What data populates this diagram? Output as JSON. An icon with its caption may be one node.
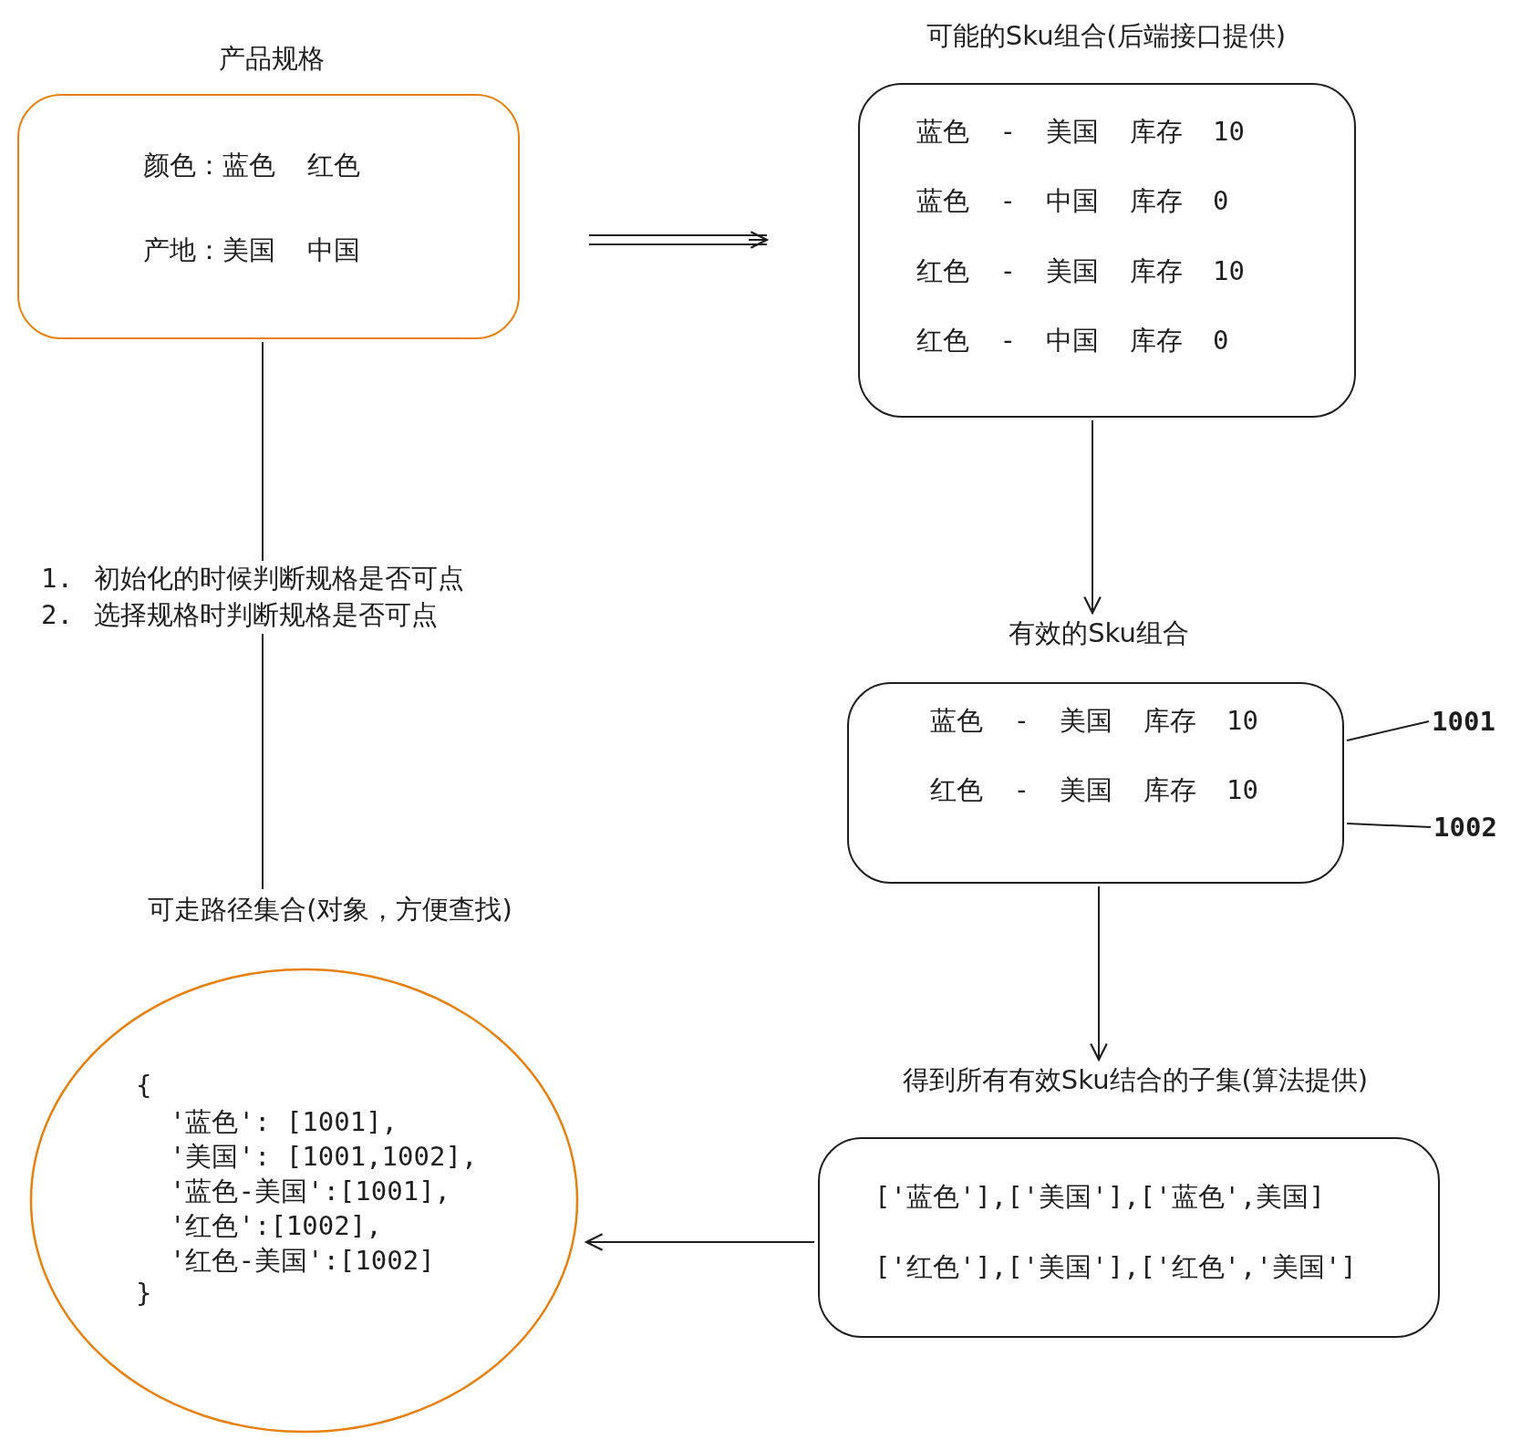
{
  "diagram": {
    "nodes": [
      {
        "text": [
          "产品规格",
          "颜色：蓝色 红色",
          "产地：美国 中国"
        ]
      },
      {
        "text": [
          "可能的Sku组合(后端接口提供)",
          "蓝色 - 美国 库存 10",
          "蓝色 - 中国 库存 0",
          "红色 - 美国 库存 10",
          "红色 - 中国 库存 0"
        ]
      },
      {
        "text": [
          "有效的Sku组合",
          "蓝色 - 美国 库存 10",
          "红色 - 美国 库存 10"
        ]
      },
      {
        "text": [
          "1001"
        ]
      },
      {
        "text": [
          "1002"
        ]
      },
      {
        "text": [
          "得到所有有效Sku结合的子集(算法提供)",
          "['蓝色'],['美国'],['蓝色',美国]",
          "['红色'],['美国'],['红色','美国']"
        ]
      },
      {
        "text": [
          "可走路径集合(对象，方便查找)",
          "{",
          "'蓝色': [1001],",
          "'美国': [1001,1002],",
          "'蓝色-美国':[1001],",
          "'红色':[1002],",
          "'红色-美国':[1002]",
          "}"
        ]
      }
    ],
    "edges": [
      {
        "from": 0,
        "to": 1,
        "arrow": "to"
      },
      {
        "from": 1,
        "to": 2,
        "arrow": "to"
      },
      {
        "from": 2,
        "to": 5,
        "arrow": "to"
      },
      {
        "from": 5,
        "to": 6,
        "arrow": "to"
      },
      {
        "from": 0,
        "to": 6,
        "arrow": "none"
      },
      {
        "from": 3,
        "to": 2,
        "arrow": "none"
      },
      {
        "from": 4,
        "to": 2,
        "arrow": "none"
      }
    ],
    "labels": [
      "1. 初始化的时候判断规格是否可点",
      "2. 选择规格时判断规格是否可点"
    ]
  }
}
